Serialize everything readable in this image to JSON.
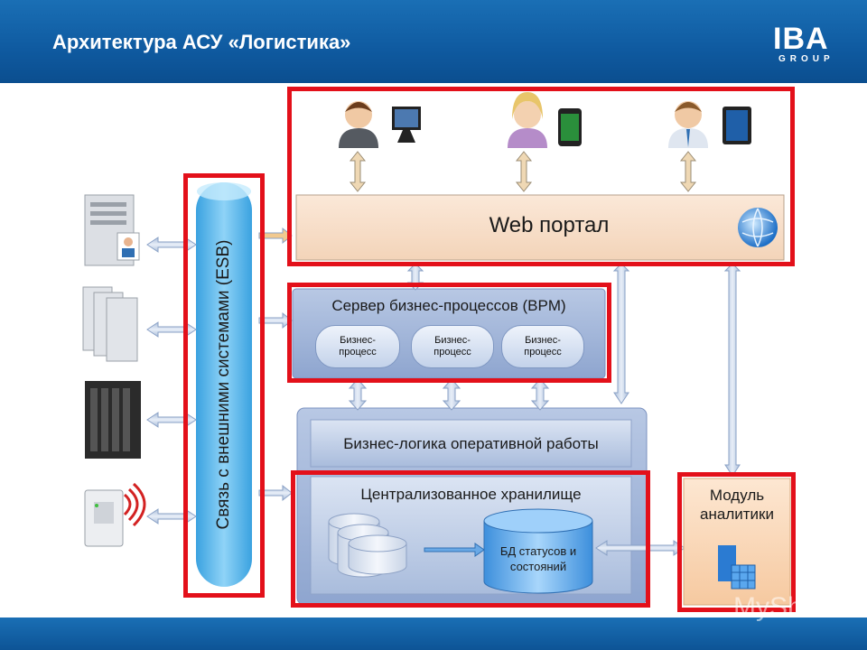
{
  "header": {
    "title": "Архитектура АСУ «Логистика»",
    "logo_main": "IBA",
    "logo_sub": "GROUP"
  },
  "esb": {
    "label": "Связь с внешними системами (ESB)"
  },
  "portal": {
    "label": "Web портал"
  },
  "bpm": {
    "title": "Сервер бизнес-процессов (BPM)",
    "process_label": "Бизнес-процесс"
  },
  "business_logic": {
    "label": "Бизнес-логика оперативной работы"
  },
  "storage": {
    "title": "Централизованное хранилище",
    "db_label": "БД статусов и состояний"
  },
  "analytics": {
    "label": "Модуль аналитики"
  },
  "watermark": "MyShared",
  "colors": {
    "header": "#0f5aa0",
    "frame": "#e3101a",
    "panel": "#9fb3d6",
    "esb": "#5ab4e8"
  }
}
